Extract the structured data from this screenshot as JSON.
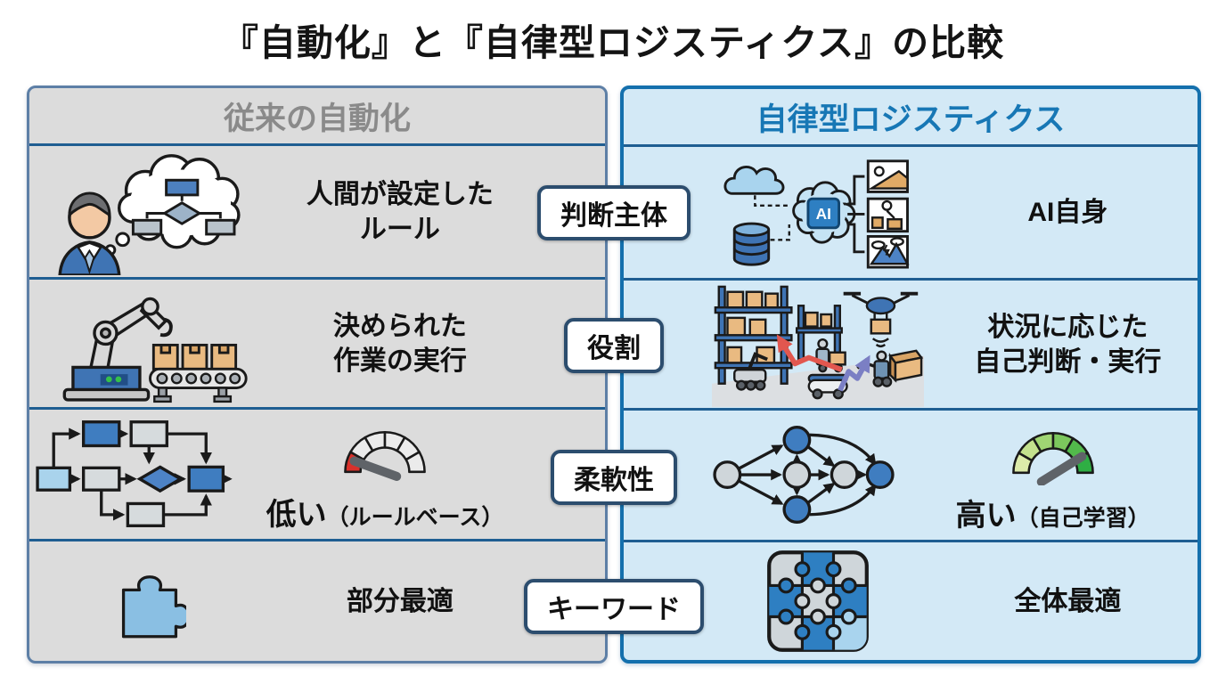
{
  "title": "『自動化』と『自律型ロジスティクス』の比較",
  "center_labels": {
    "decision": "判断主体",
    "role": "役割",
    "flexibility": "柔軟性",
    "keyword": "キーワード"
  },
  "left_panel": {
    "header": "従来の自動化",
    "decision": {
      "line1": "人間が設定した",
      "line2": "ルール"
    },
    "role": {
      "line1": "決められた",
      "line2": "作業の実行"
    },
    "flexibility": {
      "value": "低い",
      "note": "（ルールベース）"
    },
    "keyword": {
      "value": "部分最適"
    }
  },
  "right_panel": {
    "header": "自律型ロジスティクス",
    "decision": {
      "value": "AI自身"
    },
    "role": {
      "line1": "状況に応じた",
      "line2": "自己判断・実行"
    },
    "flexibility": {
      "value": "高い",
      "note": "（自己学習）"
    },
    "keyword": {
      "value": "全体最適"
    }
  },
  "icons": {
    "ai_chip_label": "AI",
    "left": {
      "decision": "person-thinking-icon",
      "role": "robot-arm-conveyor-icon",
      "flexibility": "flowchart-icon",
      "flexibility_gauge": "gauge-low-icon",
      "keyword": "puzzle-piece-icon"
    },
    "right": {
      "decision": "ai-brain-icon",
      "role": "warehouse-robots-icon",
      "flexibility": "network-graph-icon",
      "flexibility_gauge": "gauge-high-icon",
      "keyword": "puzzle-grid-icon"
    }
  },
  "colors": {
    "left_panel_bg": "#dcdcdc",
    "left_panel_border": "#5d7fa6",
    "left_header_text": "#8a8a8a",
    "right_panel_bg": "#d3e9f6",
    "right_panel_border": "#1470ad",
    "right_header_text": "#1777b5",
    "row_divider": "#1f5e92",
    "label_border": "#2c4d6e",
    "gauge_low_accent": "#d9312b",
    "gauge_high_accent": "#2fae44",
    "arrow_red": "#e2574f",
    "arrow_purple": "#7b7fc4",
    "box_tan": "#e9ba81",
    "icon_blue": "#3f74b4"
  }
}
